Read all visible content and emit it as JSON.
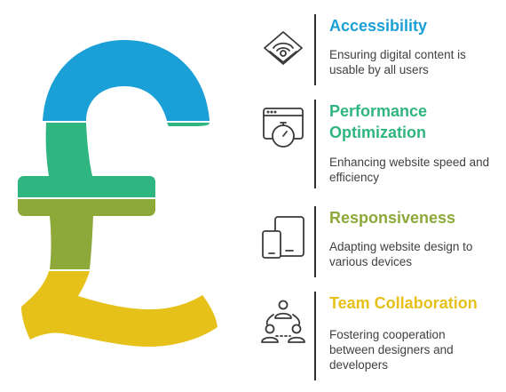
{
  "items": [
    {
      "title": "Accessibility",
      "description": "Ensuring digital content is usable by all users",
      "color": "#1a9fd6",
      "icon": "accessibility-icon"
    },
    {
      "title": "Performance Optimization",
      "description": "Enhancing website speed and efficiency",
      "color": "#2fb57f",
      "icon": "stopwatch-browser-icon"
    },
    {
      "title": "Responsiveness",
      "description": "Adapting website design to various devices",
      "color": "#8ca93a",
      "icon": "devices-icon"
    },
    {
      "title": "Team Collaboration",
      "description": "Fostering cooperation between designers and developers",
      "color": "#e6c11a",
      "icon": "team-icon"
    }
  ],
  "pound_colors": {
    "blue": "#1a9fd6",
    "green": "#2fb57f",
    "olive": "#8ca93a",
    "yellow": "#e6c11a"
  }
}
